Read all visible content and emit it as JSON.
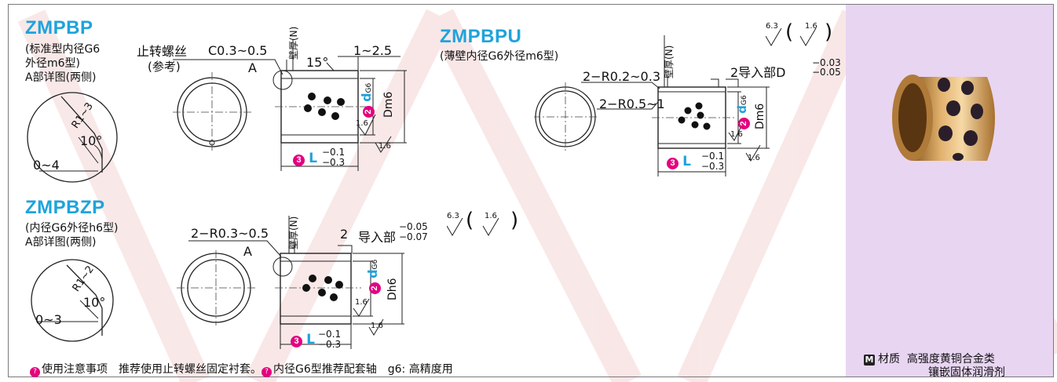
{
  "watermark": {
    "color": "#f6d6d6"
  },
  "colors": {
    "title": "#1fa3dc",
    "accent": "#e4007f",
    "panel": "#e8d5f2"
  },
  "zmpbp": {
    "title": "ZMPBP",
    "subtitle": [
      "(标准型内径G6",
      "外径m6型)"
    ],
    "detail_label": "A部详图(两侧)",
    "detail_r": "R1~3",
    "detail_angle": "10°",
    "detail_len": "0~4",
    "stop_screw": "止转螺丝",
    "ref": "(参考)",
    "chamfer": "C0.3~0.5",
    "point_a": "A",
    "wall": "壁厚(N)",
    "angle": "15°",
    "dim_1_2_5": "1~2.5",
    "inner": "d",
    "inner_tol": "G6",
    "outer": "Dm6",
    "length": "L",
    "len_tol": [
      "−0.1",
      "−0.3"
    ],
    "rough1": "1.6",
    "rough2": "1.6"
  },
  "zmpbpu": {
    "title": "ZMPBPU",
    "subtitle": "(薄壁内径G6外径m6型)",
    "r1": "2−R0.2~0.3",
    "r2": "2−R0.5~1",
    "wall": "壁厚(N)",
    "guide": "2导入部D",
    "guide_tol": [
      "−0.03",
      "−0.05"
    ],
    "inner": "d",
    "inner_tol": "G6",
    "outer": "Dm6",
    "length": "L",
    "len_tol": [
      "−0.1",
      "−0.3"
    ],
    "rough_top": [
      "6.3",
      "1.6"
    ],
    "rough1": "1.6",
    "rough2": "1.6"
  },
  "zmpbzp": {
    "title": "ZMPBZP",
    "subtitle": "(内径G6外径h6型)",
    "detail_label": "A部详图(两侧)",
    "detail_r": "R1~2",
    "detail_angle": "10°",
    "detail_len": "0~3",
    "r1": "2−R0.3~0.5",
    "point_a": "A",
    "wall": "壁厚(N)",
    "guide_num": "2",
    "guide": "导入部",
    "guide_tol": [
      "−0.05",
      "−0.07"
    ],
    "inner": "d",
    "inner_tol": "G6",
    "outer": "Dh6",
    "length": "L",
    "len_tol": [
      "−0.1",
      "−0.3"
    ],
    "rough_top": [
      "6.3",
      "1.6"
    ],
    "rough1": "1.6",
    "rough2": "1.6"
  },
  "circled": {
    "two": "2",
    "three": "3",
    "m": "M"
  },
  "footer": "使用注意事项　推荐使用止转螺丝固定衬套。",
  "footer2": "内径G6型推荐配套轴　g6: 高精度用",
  "material": {
    "label": "材质",
    "value1": "高强度黄铜合金类",
    "value2": "镶嵌固体润滑剂"
  }
}
